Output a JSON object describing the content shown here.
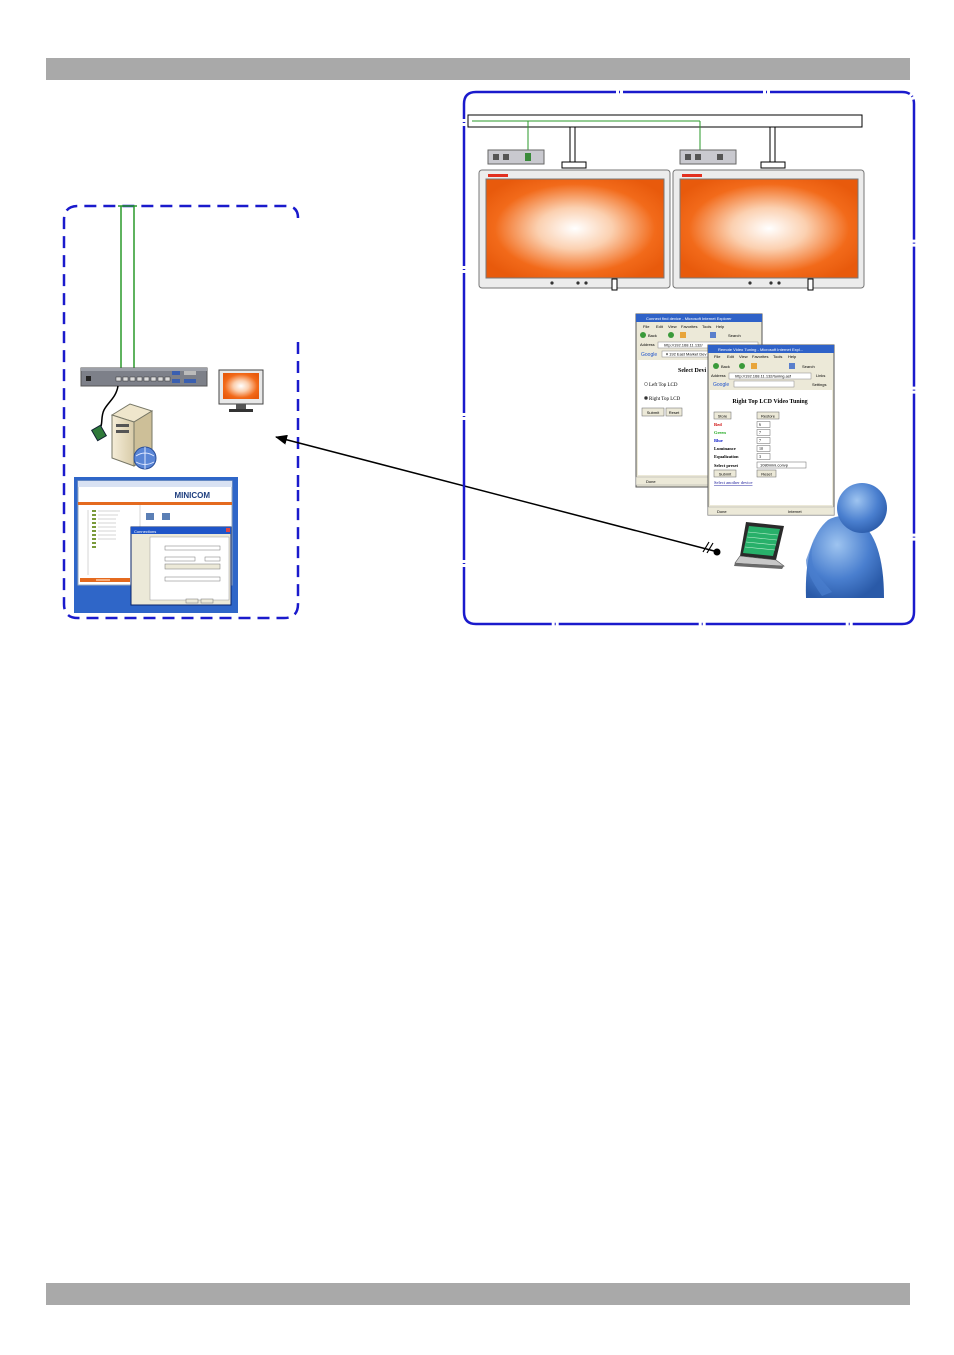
{
  "colors": {
    "header_bar": "#a9a9a9",
    "dashed_border": "#1a1acc",
    "cable_green": "#2a9a2a",
    "screen_orange": "#f06010",
    "screen_glow": "#ffffff",
    "person_blue": "#3a6fc0"
  },
  "kvm_window": {
    "brand": "MINICOM",
    "dialog_title": "Connections"
  },
  "browser_back": {
    "title": "Connect find device - Microsoft Internet Explorer",
    "menu": [
      "File",
      "Edit",
      "View",
      "Favorites",
      "Tools",
      "Help"
    ],
    "back_label": "Back",
    "search_label": "Search",
    "address_label": "Address",
    "address_value": "http://192.168.11.132/",
    "google_label": "Google",
    "google_query": "▾ 192 East Market Dev",
    "heading": "Select Devi",
    "options": [
      "Left Top LCD",
      "Right Top LCD"
    ],
    "submit_label": "Submit",
    "reset_label": "Reset",
    "status": "Done"
  },
  "browser_front": {
    "title": "Remote Video Tuning - Microsoft Internet Expl...",
    "menu": [
      "File",
      "Edit",
      "View",
      "Favorites",
      "Tools",
      "Help"
    ],
    "back_label": "Back",
    "search_label": "Search",
    "address_label": "Address",
    "address_value": "http://192.168.11.132/tuning.asf",
    "links_label": "Links",
    "google_label": "Google",
    "settings_label": "Settings",
    "heading": "Right Top LCD Video Tuning",
    "store_label": "Store",
    "restore_label": "Restore",
    "rows": [
      {
        "label": "Red",
        "value": "6",
        "color": "#cc0000"
      },
      {
        "label": "Green",
        "value": "7",
        "color": "#22aa22"
      },
      {
        "label": "Blue",
        "value": "7",
        "color": "#1020cc"
      },
      {
        "label": "Luminance",
        "value": "10",
        "color": "#000000"
      },
      {
        "label": "Equalization",
        "value": "3",
        "color": "#000000"
      }
    ],
    "preset_label": "Select preset",
    "preset_value": "1080mini.convp",
    "submit_label": "Submit",
    "reset_label": "Reset",
    "link_text": "Select another device",
    "status": "Done",
    "zone": "Internet"
  }
}
